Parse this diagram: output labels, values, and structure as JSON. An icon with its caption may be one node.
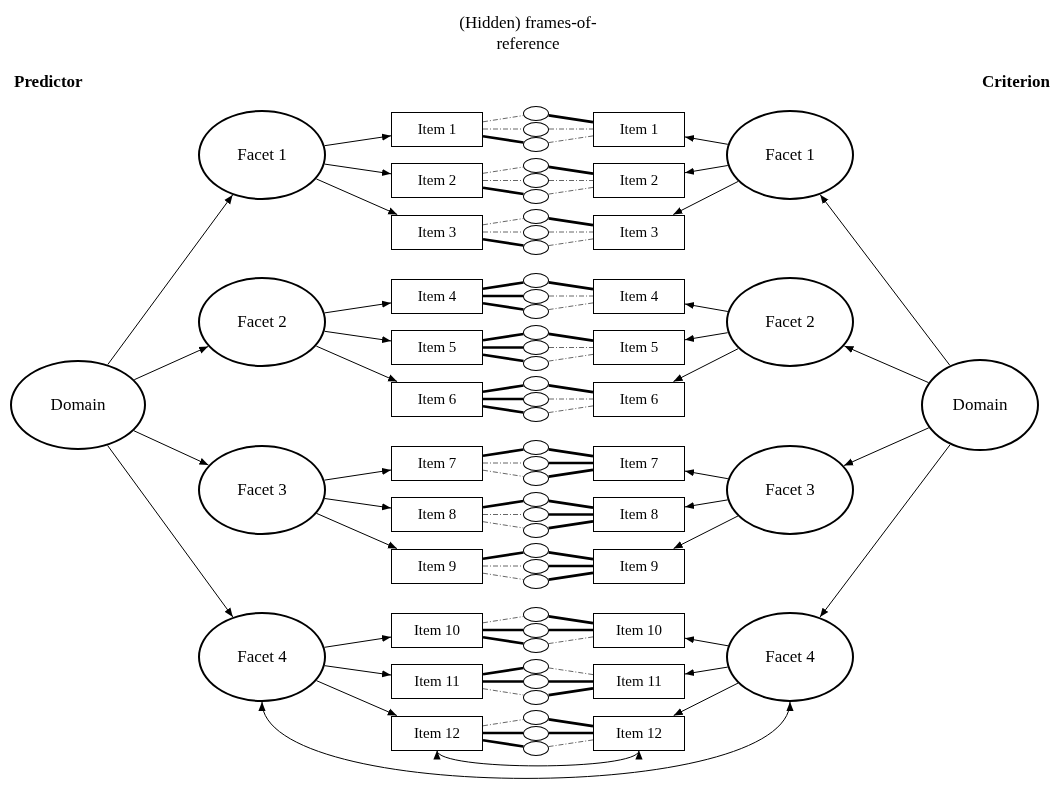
{
  "diagram": {
    "title": "(Hidden) frames-of-reference",
    "nodes": [
      {
        "text": [
          "Domain"
        ]
      },
      {
        "text": [
          "Facet 1"
        ]
      },
      {
        "text": [
          "Facet 2"
        ]
      },
      {
        "text": [
          "Facet 3"
        ]
      },
      {
        "text": [
          "Facet 4"
        ]
      },
      {
        "text": [
          "Item 1"
        ]
      },
      {
        "text": [
          "Item 2"
        ]
      },
      {
        "text": [
          "Item 3"
        ]
      },
      {
        "text": [
          "Item 4"
        ]
      },
      {
        "text": [
          "Item 5"
        ]
      },
      {
        "text": [
          "Item 6"
        ]
      },
      {
        "text": [
          "Item 7"
        ]
      },
      {
        "text": [
          "Item 8"
        ]
      },
      {
        "text": [
          "Item 9"
        ]
      },
      {
        "text": [
          "Item 10"
        ]
      },
      {
        "text": [
          "Item 11"
        ]
      },
      {
        "text": [
          "Item 12"
        ]
      },
      {
        "text": [],
        "shape": "circle"
      },
      {
        "text": [],
        "shape": "circle"
      },
      {
        "text": [],
        "shape": "circle"
      },
      {
        "text": [],
        "shape": "circle"
      },
      {
        "text": [],
        "shape": "circle"
      },
      {
        "text": [],
        "shape": "circle"
      },
      {
        "text": [],
        "shape": "circle"
      },
      {
        "text": [],
        "shape": "circle"
      },
      {
        "text": [],
        "shape": "circle"
      },
      {
        "text": [],
        "shape": "circle"
      },
      {
        "text": [],
        "shape": "circle"
      },
      {
        "text": [],
        "shape": "circle"
      },
      {
        "text": [],
        "shape": "circle"
      },
      {
        "text": [],
        "shape": "circle"
      },
      {
        "text": [],
        "shape": "circle"
      },
      {
        "text": [],
        "shape": "circle"
      },
      {
        "text": [],
        "shape": "circle"
      },
      {
        "text": [],
        "shape": "circle"
      },
      {
        "text": [],
        "shape": "circle"
      },
      {
        "text": [],
        "shape": "circle"
      },
      {
        "text": [],
        "shape": "circle"
      },
      {
        "text": [],
        "shape": "circle"
      },
      {
        "text": [],
        "shape": "circle"
      },
      {
        "text": [],
        "shape": "circle"
      },
      {
        "text": [],
        "shape": "circle"
      },
      {
        "text": [],
        "shape": "circle"
      },
      {
        "text": [],
        "shape": "circle"
      },
      {
        "text": [],
        "shape": "circle"
      },
      {
        "text": [],
        "shape": "circle"
      },
      {
        "text": [],
        "shape": "circle"
      },
      {
        "text": [],
        "shape": "circle"
      },
      {
        "text": [],
        "shape": "circle"
      },
      {
        "text": [],
        "shape": "circle"
      },
      {
        "text": [],
        "shape": "circle"
      },
      {
        "text": [],
        "shape": "circle"
      },
      {
        "text": [],
        "shape": "circle"
      },
      {
        "text": [
          "Item 1"
        ]
      },
      {
        "text": [
          "Item 2"
        ]
      },
      {
        "text": [
          "Item 3"
        ]
      },
      {
        "text": [
          "Item 4"
        ]
      },
      {
        "text": [
          "Item 5"
        ]
      },
      {
        "text": [
          "Item 6"
        ]
      },
      {
        "text": [
          "Item 7"
        ]
      },
      {
        "text": [
          "Item 8"
        ]
      },
      {
        "text": [
          "Item 9"
        ]
      },
      {
        "text": [
          "Item 10"
        ]
      },
      {
        "text": [
          "Item 11"
        ]
      },
      {
        "text": [
          "Item 12"
        ]
      },
      {
        "text": [
          "Facet 1"
        ]
      },
      {
        "text": [
          "Facet 2"
        ]
      },
      {
        "text": [
          "Facet 3"
        ]
      },
      {
        "text": [
          "Facet 4"
        ]
      },
      {
        "text": [
          "Domain"
        ]
      }
    ],
    "edges": [
      {
        "from": 0,
        "to": 1,
        "arrow": "to"
      },
      {
        "from": 0,
        "to": 2,
        "arrow": "to"
      },
      {
        "from": 0,
        "to": 3,
        "arrow": "to"
      },
      {
        "from": 0,
        "to": 4,
        "arrow": "to"
      },
      {
        "from": 1,
        "to": 5,
        "arrow": "to"
      },
      {
        "from": 1,
        "to": 6,
        "arrow": "to"
      },
      {
        "from": 1,
        "to": 7,
        "arrow": "to"
      },
      {
        "from": 2,
        "to": 8,
        "arrow": "to"
      },
      {
        "from": 2,
        "to": 9,
        "arrow": "to"
      },
      {
        "from": 2,
        "to": 10,
        "arrow": "to"
      },
      {
        "from": 3,
        "to": 11,
        "arrow": "to"
      },
      {
        "from": 3,
        "to": 12,
        "arrow": "to"
      },
      {
        "from": 3,
        "to": 13,
        "arrow": "to"
      },
      {
        "from": 4,
        "to": 14,
        "arrow": "to"
      },
      {
        "from": 4,
        "to": 15,
        "arrow": "to"
      },
      {
        "from": 4,
        "to": 16,
        "arrow": "to"
      },
      {
        "from": 5,
        "to": 17,
        "arrow": "none",
        "style": "dashed"
      },
      {
        "from": 5,
        "to": 18,
        "arrow": "none",
        "style": "dashed"
      },
      {
        "from": 5,
        "to": 19,
        "arrow": "none",
        "style": "thick"
      },
      {
        "from": 17,
        "to": 53,
        "arrow": "none",
        "style": "thick"
      },
      {
        "from": 18,
        "to": 53,
        "arrow": "none",
        "style": "dashed"
      },
      {
        "from": 19,
        "to": 53,
        "arrow": "none",
        "style": "dashed"
      },
      {
        "from": 6,
        "to": 20,
        "arrow": "none",
        "style": "dashed"
      },
      {
        "from": 6,
        "to": 21,
        "arrow": "none",
        "style": "dashed"
      },
      {
        "from": 6,
        "to": 22,
        "arrow": "none",
        "style": "thick"
      },
      {
        "from": 20,
        "to": 54,
        "arrow": "none",
        "style": "thick"
      },
      {
        "from": 21,
        "to": 54,
        "arrow": "none",
        "style": "dashed"
      },
      {
        "from": 22,
        "to": 54,
        "arrow": "none",
        "style": "dashed"
      },
      {
        "from": 7,
        "to": 23,
        "arrow": "none",
        "style": "dashed"
      },
      {
        "from": 7,
        "to": 24,
        "arrow": "none",
        "style": "dashed"
      },
      {
        "from": 7,
        "to": 25,
        "arrow": "none",
        "style": "thick"
      },
      {
        "from": 23,
        "to": 55,
        "arrow": "none",
        "style": "thick"
      },
      {
        "from": 24,
        "to": 55,
        "arrow": "none",
        "style": "dashed"
      },
      {
        "from": 25,
        "to": 55,
        "arrow": "none",
        "style": "dashed"
      },
      {
        "from": 8,
        "to": 26,
        "arrow": "none",
        "style": "thick"
      },
      {
        "from": 8,
        "to": 27,
        "arrow": "none",
        "style": "thick"
      },
      {
        "from": 8,
        "to": 28,
        "arrow": "none",
        "style": "thick"
      },
      {
        "from": 26,
        "to": 56,
        "arrow": "none",
        "style": "thick"
      },
      {
        "from": 27,
        "to": 56,
        "arrow": "none",
        "style": "dashed"
      },
      {
        "from": 28,
        "to": 56,
        "arrow": "none",
        "style": "dashed"
      },
      {
        "from": 9,
        "to": 29,
        "arrow": "none",
        "style": "thick"
      },
      {
        "from": 9,
        "to": 30,
        "arrow": "none",
        "style": "thick"
      },
      {
        "from": 9,
        "to": 31,
        "arrow": "none",
        "style": "thick"
      },
      {
        "from": 29,
        "to": 57,
        "arrow": "none",
        "style": "thick"
      },
      {
        "from": 30,
        "to": 57,
        "arrow": "none",
        "style": "dashed"
      },
      {
        "from": 31,
        "to": 57,
        "arrow": "none",
        "style": "dashed"
      },
      {
        "from": 10,
        "to": 32,
        "arrow": "none",
        "style": "thick"
      },
      {
        "from": 10,
        "to": 33,
        "arrow": "none",
        "style": "thick"
      },
      {
        "from": 10,
        "to": 34,
        "arrow": "none",
        "style": "thick"
      },
      {
        "from": 32,
        "to": 58,
        "arrow": "none",
        "style": "thick"
      },
      {
        "from": 33,
        "to": 58,
        "arrow": "none",
        "style": "dashed"
      },
      {
        "from": 34,
        "to": 58,
        "arrow": "none",
        "style": "dashed"
      },
      {
        "from": 11,
        "to": 35,
        "arrow": "none",
        "style": "thick"
      },
      {
        "from": 11,
        "to": 36,
        "arrow": "none",
        "style": "dashed"
      },
      {
        "from": 11,
        "to": 37,
        "arrow": "none",
        "style": "dashed"
      },
      {
        "from": 35,
        "to": 59,
        "arrow": "none",
        "style": "thick"
      },
      {
        "from": 36,
        "to": 59,
        "arrow": "none",
        "style": "thick"
      },
      {
        "from": 37,
        "to": 59,
        "arrow": "none",
        "style": "thick"
      },
      {
        "from": 12,
        "to": 38,
        "arrow": "none",
        "style": "thick"
      },
      {
        "from": 12,
        "to": 39,
        "arrow": "none",
        "style": "dashed"
      },
      {
        "from": 12,
        "to": 40,
        "arrow": "none",
        "style": "dashed"
      },
      {
        "from": 38,
        "to": 60,
        "arrow": "none",
        "style": "thick"
      },
      {
        "from": 39,
        "to": 60,
        "arrow": "none",
        "style": "thick"
      },
      {
        "from": 40,
        "to": 60,
        "arrow": "none",
        "style": "thick"
      },
      {
        "from": 13,
        "to": 41,
        "arrow": "none",
        "style": "thick"
      },
      {
        "from": 13,
        "to": 42,
        "arrow": "none",
        "style": "dashed"
      },
      {
        "from": 13,
        "to": 43,
        "arrow": "none",
        "style": "dashed"
      },
      {
        "from": 41,
        "to": 61,
        "arrow": "none",
        "style": "thick"
      },
      {
        "from": 42,
        "to": 61,
        "arrow": "none",
        "style": "thick"
      },
      {
        "from": 43,
        "to": 61,
        "arrow": "none",
        "style": "thick"
      },
      {
        "from": 14,
        "to": 44,
        "arrow": "none",
        "style": "dashed"
      },
      {
        "from": 14,
        "to": 45,
        "arrow": "none",
        "style": "thick"
      },
      {
        "from": 14,
        "to": 46,
        "arrow": "none",
        "style": "thick"
      },
      {
        "from": 44,
        "to": 62,
        "arrow": "none",
        "style": "thick"
      },
      {
        "from": 45,
        "to": 62,
        "arrow": "none",
        "style": "thick"
      },
      {
        "from": 46,
        "to": 62,
        "arrow": "none",
        "style": "dashed"
      },
      {
        "from": 15,
        "to": 47,
        "arrow": "none",
        "style": "thick"
      },
      {
        "from": 15,
        "to": 48,
        "arrow": "none",
        "style": "thick"
      },
      {
        "from": 15,
        "to": 49,
        "arrow": "none",
        "style": "dashed"
      },
      {
        "from": 47,
        "to": 63,
        "arrow": "none",
        "style": "dashed"
      },
      {
        "from": 48,
        "to": 63,
        "arrow": "none",
        "style": "thick"
      },
      {
        "from": 49,
        "to": 63,
        "arrow": "none",
        "style": "thick"
      },
      {
        "from": 16,
        "to": 50,
        "arrow": "none",
        "style": "dashed"
      },
      {
        "from": 16,
        "to": 51,
        "arrow": "none",
        "style": "thick"
      },
      {
        "from": 16,
        "to": 52,
        "arrow": "none",
        "style": "thick"
      },
      {
        "from": 50,
        "to": 64,
        "arrow": "none",
        "style": "thick"
      },
      {
        "from": 51,
        "to": 64,
        "arrow": "none",
        "style": "thick"
      },
      {
        "from": 52,
        "to": 64,
        "arrow": "none",
        "style": "dashed"
      },
      {
        "from": 65,
        "to": 53,
        "arrow": "to"
      },
      {
        "from": 65,
        "to": 54,
        "arrow": "to"
      },
      {
        "from": 65,
        "to": 55,
        "arrow": "to"
      },
      {
        "from": 66,
        "to": 56,
        "arrow": "to"
      },
      {
        "from": 66,
        "to": 57,
        "arrow": "to"
      },
      {
        "from": 66,
        "to": 58,
        "arrow": "to"
      },
      {
        "from": 67,
        "to": 59,
        "arrow": "to"
      },
      {
        "from": 67,
        "to": 60,
        "arrow": "to"
      },
      {
        "from": 67,
        "to": 61,
        "arrow": "to"
      },
      {
        "from": 68,
        "to": 62,
        "arrow": "to"
      },
      {
        "from": 68,
        "to": 63,
        "arrow": "to"
      },
      {
        "from": 68,
        "to": 64,
        "arrow": "to"
      },
      {
        "from": 69,
        "to": 65,
        "arrow": "to"
      },
      {
        "from": 69,
        "to": 66,
        "arrow": "to"
      },
      {
        "from": 69,
        "to": 67,
        "arrow": "to"
      },
      {
        "from": 69,
        "to": 68,
        "arrow": "to"
      },
      {
        "from": 16,
        "to": 64,
        "arrow": "both"
      },
      {
        "from": 4,
        "to": 68,
        "arrow": "both"
      }
    ],
    "labels": [
      "Predictor",
      "Criterion"
    ]
  }
}
